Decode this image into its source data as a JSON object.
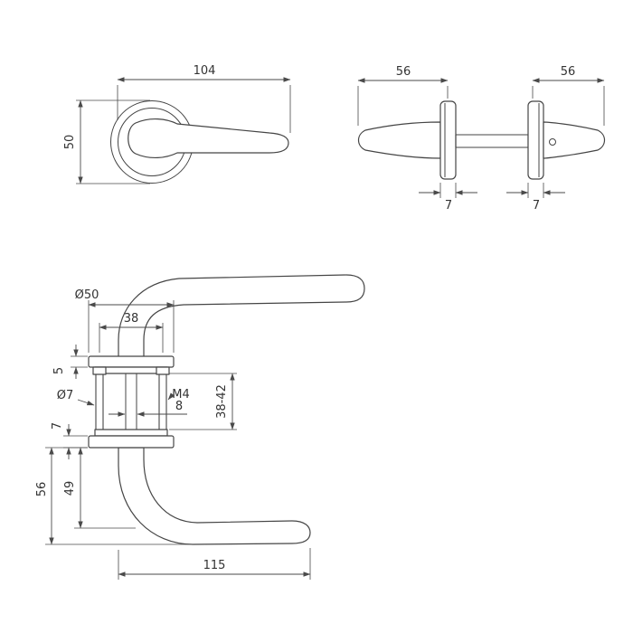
{
  "drawing": {
    "type": "door-handle-technical-drawing"
  },
  "views": {
    "front": {
      "width": "104",
      "height": "50"
    },
    "side": {
      "left_width": "56",
      "right_width": "56",
      "left_thickness": "7",
      "right_thickness": "7"
    },
    "section": {
      "rosette_diameter": "Ø50",
      "hole_spacing": "38",
      "cover_thickness": "5",
      "screw_diameter": "Ø7",
      "thread": "M4",
      "spindle": "8",
      "door_thickness": "38-42",
      "rosette_thickness": "7",
      "total_height": "56",
      "lever_offset": "49",
      "lever_length": "115"
    }
  },
  "colors": {
    "line": "#454545",
    "dimension": "#4a4a4a",
    "text": "#333333",
    "background": "#ffffff"
  }
}
